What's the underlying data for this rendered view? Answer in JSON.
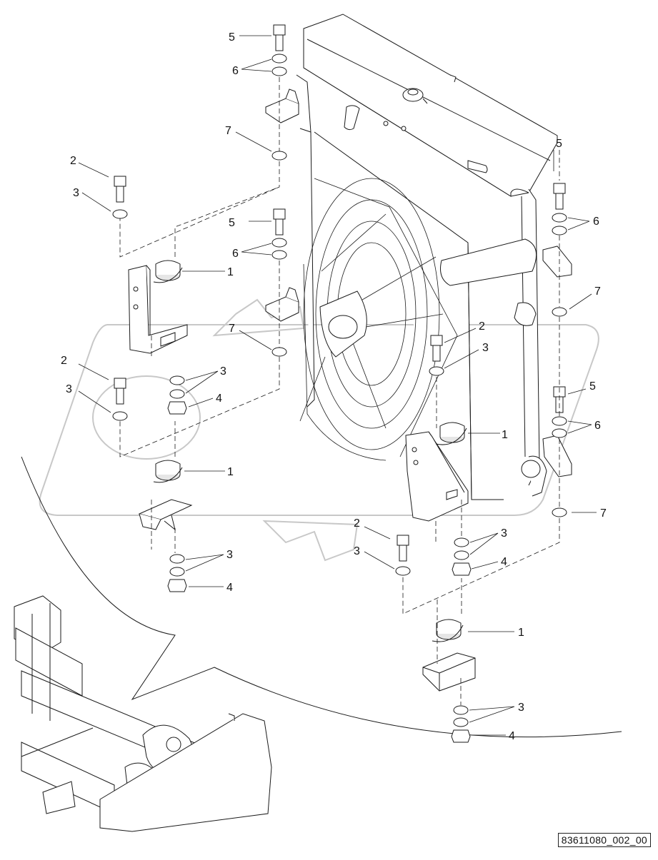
{
  "drawing_code": "83611080_002_00",
  "callouts": [
    {
      "id": "c5a",
      "label": "5"
    },
    {
      "id": "c6a",
      "label": "6"
    },
    {
      "id": "c7a",
      "label": "7"
    },
    {
      "id": "c5b",
      "label": "5"
    },
    {
      "id": "c6b",
      "label": "6"
    },
    {
      "id": "c7b",
      "label": "7"
    },
    {
      "id": "c2a",
      "label": "2"
    },
    {
      "id": "c3a",
      "label": "3"
    },
    {
      "id": "c1a",
      "label": "1"
    },
    {
      "id": "c2b",
      "label": "2"
    },
    {
      "id": "c3b",
      "label": "3"
    },
    {
      "id": "c3c",
      "label": "3"
    },
    {
      "id": "c4a",
      "label": "4"
    },
    {
      "id": "c1b",
      "label": "1"
    },
    {
      "id": "c3d",
      "label": "3"
    },
    {
      "id": "c4b",
      "label": "4"
    },
    {
      "id": "c5c",
      "label": "5"
    },
    {
      "id": "c6c",
      "label": "6"
    },
    {
      "id": "c7c",
      "label": "7"
    },
    {
      "id": "c2c",
      "label": "2"
    },
    {
      "id": "c3e",
      "label": "3"
    },
    {
      "id": "c1c",
      "label": "1"
    },
    {
      "id": "c5d",
      "label": "5"
    },
    {
      "id": "c6d",
      "label": "6"
    },
    {
      "id": "c7d",
      "label": "7"
    },
    {
      "id": "c3f",
      "label": "3"
    },
    {
      "id": "c4c",
      "label": "4"
    },
    {
      "id": "c2d",
      "label": "2"
    },
    {
      "id": "c3g",
      "label": "3"
    },
    {
      "id": "c1d",
      "label": "1"
    },
    {
      "id": "c3h",
      "label": "3"
    },
    {
      "id": "c4d",
      "label": "4"
    }
  ]
}
